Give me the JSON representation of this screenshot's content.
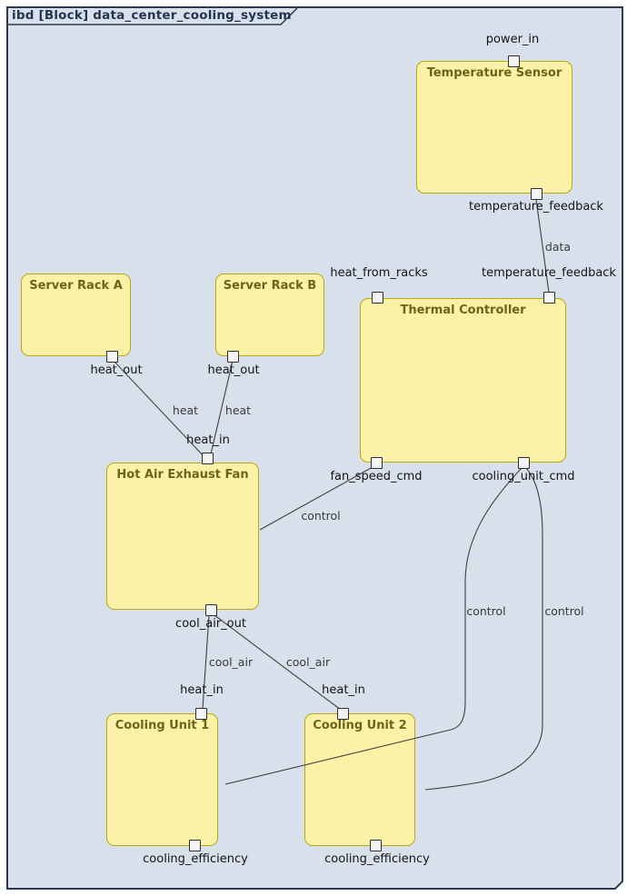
{
  "frame": {
    "title": "ibd [Block] data_center_cooling_system"
  },
  "blocks": {
    "temperature_sensor": {
      "label": "Temperature Sensor"
    },
    "server_rack_a": {
      "label": "Server Rack A"
    },
    "server_rack_b": {
      "label": "Server Rack B"
    },
    "thermal_controller": {
      "label": "Thermal Controller"
    },
    "hot_air_exhaust_fan": {
      "label": "Hot Air Exhaust Fan"
    },
    "cooling_unit_1": {
      "label": "Cooling Unit 1"
    },
    "cooling_unit_2": {
      "label": "Cooling Unit 2"
    }
  },
  "ports": {
    "power_in": "power_in",
    "ts_temperature_feedback": "temperature_feedback",
    "heat_from_racks": "heat_from_racks",
    "tc_temperature_feedback": "temperature_feedback",
    "fan_speed_cmd": "fan_speed_cmd",
    "cooling_unit_cmd": "cooling_unit_cmd",
    "rack_a_heat_out": "heat_out",
    "rack_b_heat_out": "heat_out",
    "fan_heat_in": "heat_in",
    "cool_air_out": "cool_air_out",
    "cu1_heat_in": "heat_in",
    "cu2_heat_in": "heat_in",
    "cu1_cooling_efficiency": "cooling_efficiency",
    "cu2_cooling_efficiency": "cooling_efficiency"
  },
  "edge_labels": {
    "heat_a": "heat",
    "heat_b": "heat",
    "data": "data",
    "control_fan": "control",
    "control_cu1": "control",
    "control_cu2": "control",
    "cool_air_1": "cool_air",
    "cool_air_2": "cool_air"
  },
  "colors": {
    "diagram_background": "#D8E0EC",
    "frame_border": "#2B3A52",
    "block_fill": "#FBF1A7",
    "block_border": "#B9A80F",
    "block_title_text": "#6E6414",
    "connector": "#404040",
    "port_fill": "#F4F4F4",
    "port_border": "#2E2E2E",
    "label_text": "#141414"
  }
}
